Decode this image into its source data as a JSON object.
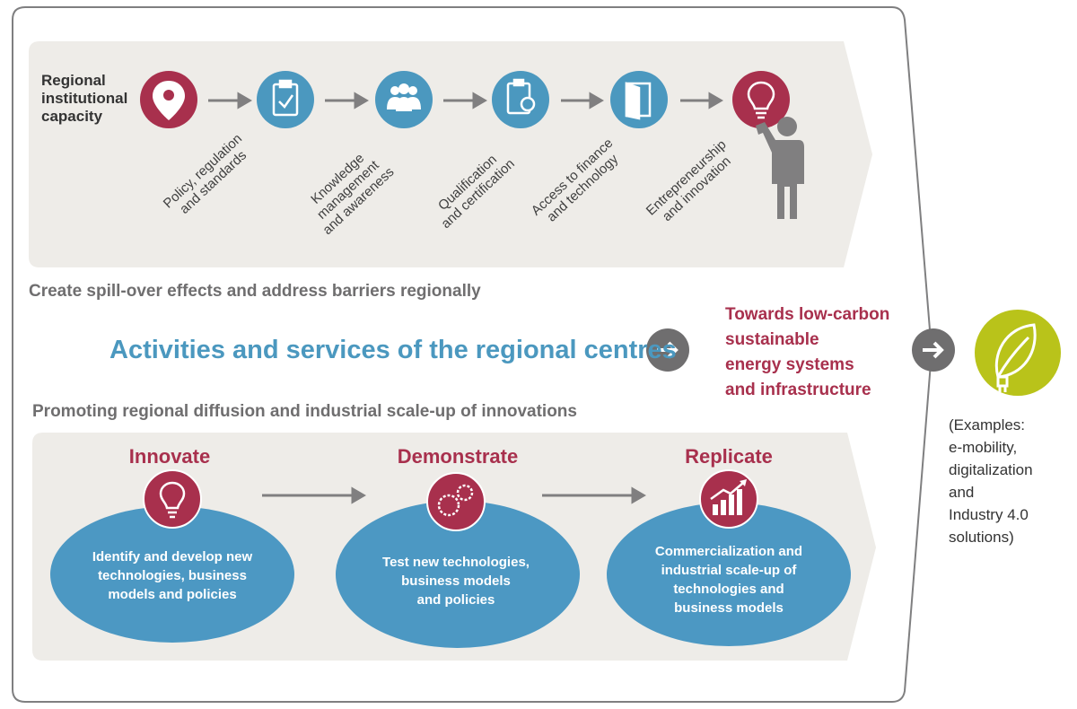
{
  "top_panel": {
    "heading": [
      "Regional",
      "institutional",
      "capacity"
    ],
    "steps": [
      {
        "icon": "location-pin-icon",
        "color": "#a8304d"
      },
      {
        "icon": "clipboard-check-icon",
        "color": "#4b98bf",
        "label": [
          "Policy, regulation",
          "and standards"
        ]
      },
      {
        "icon": "people-group-icon",
        "color": "#4b98bf",
        "label": [
          "Knowledge",
          "management",
          "and awareness"
        ]
      },
      {
        "icon": "certificate-icon",
        "color": "#4b98bf",
        "label": [
          "Qualification",
          "and certification"
        ]
      },
      {
        "icon": "door-icon",
        "color": "#4b98bf",
        "label": [
          "Access to finance",
          "and technology"
        ]
      },
      {
        "icon": "lightbulb-icon",
        "color": "#a8304d",
        "label": [
          "Entrepreneurship",
          "and innovation"
        ]
      }
    ]
  },
  "spillover_text": "Create spill-over effects and address barriers regionally",
  "center_title": "Activities and services of the regional centres",
  "outcome": [
    "Towards low-carbon",
    "sustainable",
    "energy systems",
    "and infrastructure"
  ],
  "promoting_text": "Promoting regional diffusion and industrial scale-up of innovations",
  "stages": [
    {
      "title": "Innovate",
      "icon": "lightbulb-icon",
      "text": [
        "Identify and develop new",
        "technologies, business",
        "models and policies"
      ]
    },
    {
      "title": "Demonstrate",
      "icon": "gears-icon",
      "text": [
        "Test new technologies,",
        "business models",
        "and policies"
      ]
    },
    {
      "title": "Replicate",
      "icon": "growth-chart-icon",
      "text": [
        "Commercialization and",
        "industrial scale-up of",
        "technologies and",
        "business models"
      ]
    }
  ],
  "examples": [
    "(Examples:",
    "e-mobility,",
    "digitalization",
    "and",
    "Industry 4.0",
    "solutions)"
  ],
  "colors": {
    "red": "#a8304d",
    "blue": "#4b98bf",
    "ellipse": "#4c98c3",
    "panel": "#eeece8",
    "green": "#b9c31a",
    "grey": "#6f6e6f"
  }
}
